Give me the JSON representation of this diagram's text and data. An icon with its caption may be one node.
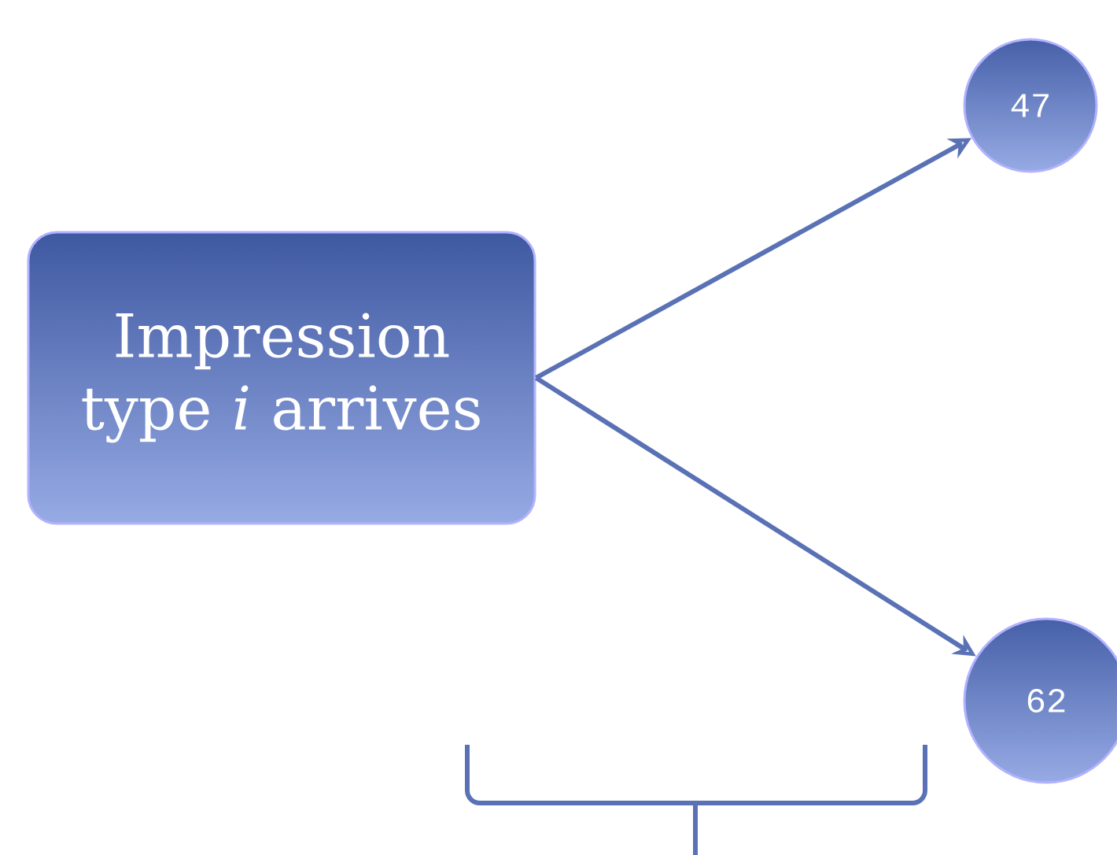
{
  "diagram": {
    "nodes": [
      {
        "text": [
          "Impression type *i* arrives"
        ]
      },
      {
        "text": [
          "47"
        ]
      },
      {
        "text": [
          "62"
        ]
      }
    ],
    "edges": [
      {
        "from": 0,
        "to": 1,
        "arrow": "to"
      },
      {
        "from": 0,
        "to": 2,
        "arrow": "to"
      }
    ]
  }
}
